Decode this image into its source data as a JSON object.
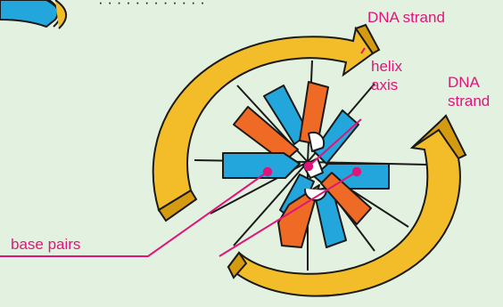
{
  "colors": {
    "background": "#e3f1e0",
    "strand": "#f3bd2a",
    "strand_shadow": "#d49a10",
    "purine": "#22a6dc",
    "pyrimidine": "#ee6a25",
    "label": "#e0157a",
    "outline": "#1a1a1a"
  },
  "labels": {
    "strand_top": "DNA strand",
    "strand_right_line1": "DNA",
    "strand_right_line2": "strand",
    "helix_axis_line1": "helix",
    "helix_axis_line2": "axis",
    "base_pairs": "base pairs",
    "top_cut_text": "· · · ·  · ·  · · · · · ·"
  }
}
